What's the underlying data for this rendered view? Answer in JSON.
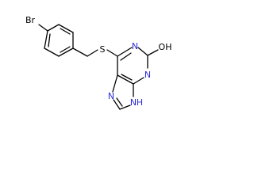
{
  "molecule": {
    "atoms": {
      "bromine": "Br",
      "sulfur": "S",
      "n1": "N",
      "n3": "N",
      "n7": "N",
      "n9": "N",
      "n9_hydrogen": "H",
      "hydroxyl": "OH"
    },
    "colors": {
      "bond": "#000000",
      "carbon_text": "#000000",
      "nitrogen": "#2b2bd9"
    }
  }
}
